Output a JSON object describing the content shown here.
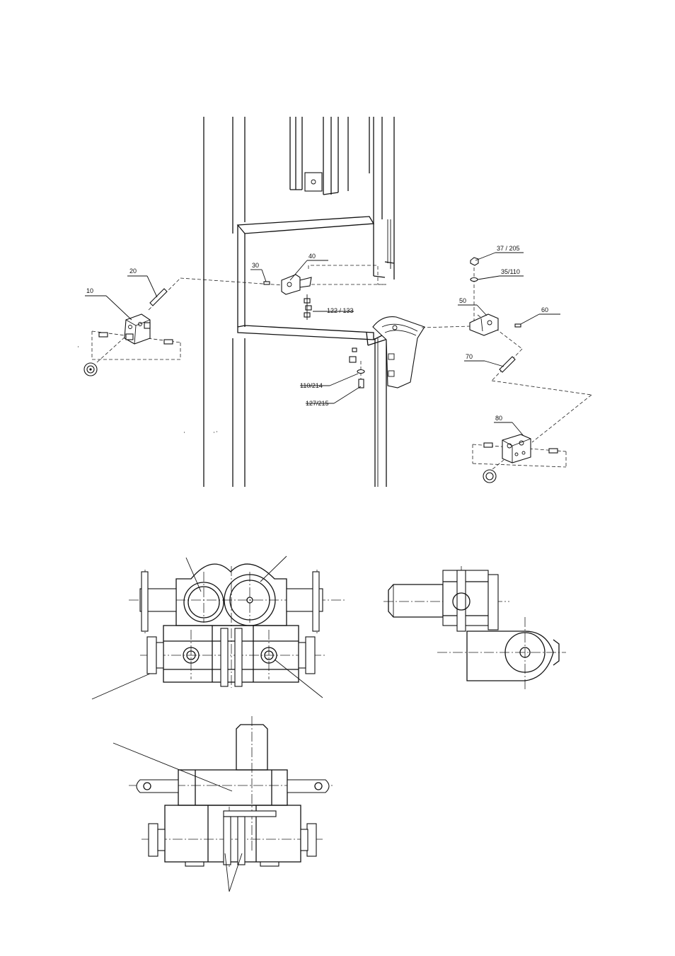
{
  "labels": {
    "l10": "10",
    "l20": "20",
    "l30": "30",
    "l40": "40",
    "l50": "50",
    "l60": "60",
    "l70": "70",
    "l80": "80",
    "l37_205": "37 / 205",
    "l35_110": "35/110",
    "l122_133": "122 / 133",
    "l110_214": "110/214",
    "l127_215": "127/215"
  }
}
